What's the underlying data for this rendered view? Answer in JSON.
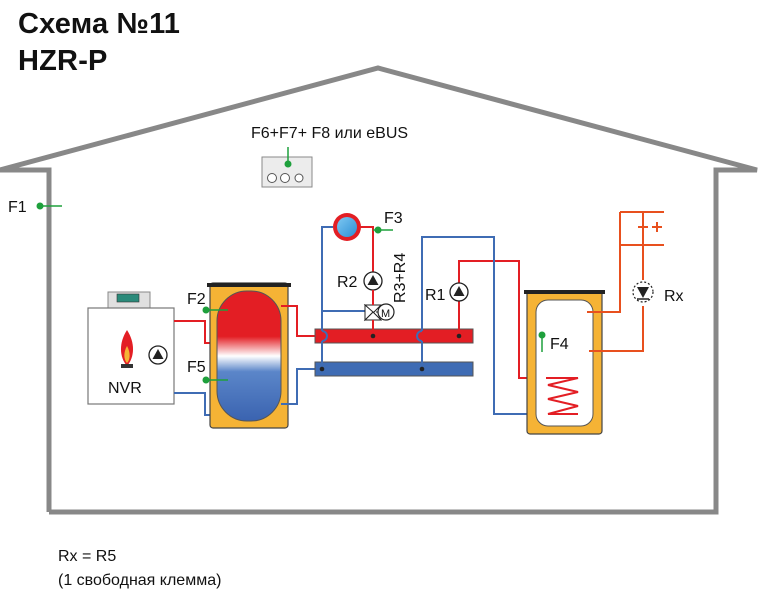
{
  "title": {
    "line1": "Схема №11",
    "line2": "HZR-P"
  },
  "labels": {
    "controller": "F6+F7+ F8 или eBUS",
    "f1": "F1",
    "f2": "F2",
    "f3": "F3",
    "f4": "F4",
    "f5": "F5",
    "r1": "R1",
    "r2": "R2",
    "r3r4": "R3+R4",
    "rx": "Rx",
    "nvr": "NVR",
    "motor": "M"
  },
  "notes": {
    "line1": "Rx = R5",
    "line2": "(1 свободная  клемма)"
  },
  "colors": {
    "supply": "#e31e24",
    "return": "#3f6cb4",
    "tank_shell": "#f5b335",
    "wall": "#888888",
    "sensor": "#1ea03c",
    "hot_water": "#e8501e"
  }
}
